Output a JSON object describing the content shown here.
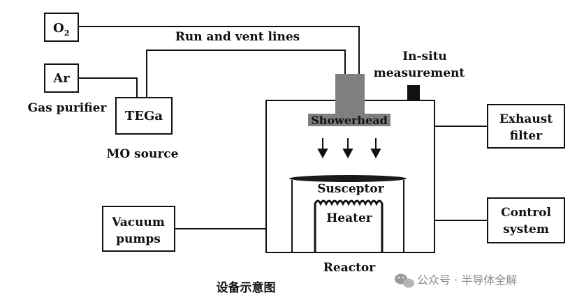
{
  "diagram": {
    "boxes": {
      "o2": {
        "sub_main": "O",
        "sub_index": "2"
      },
      "ar": "Ar",
      "tega": "TEGa",
      "vacuum_line1": "Vacuum",
      "vacuum_line2": "pumps",
      "exhaust_line1": "Exhaust",
      "exhaust_line2": "filter",
      "control_line1": "Control",
      "control_line2": "system"
    },
    "labels": {
      "run_vent": "Run and vent lines",
      "insitu_line1": "In-situ",
      "insitu_line2": "measurement",
      "gas_purifier": "Gas purifier",
      "mo_source": "MO source",
      "showerhead": "Showerhead",
      "susceptor": "Susceptor",
      "heater": "Heater",
      "reactor": "Reactor"
    },
    "caption": "设备示意图",
    "watermark": "公众号 · 半导体全解",
    "colors": {
      "showerhead": "#7f7f7f",
      "sensor": "#111111",
      "line": "#111111"
    }
  }
}
